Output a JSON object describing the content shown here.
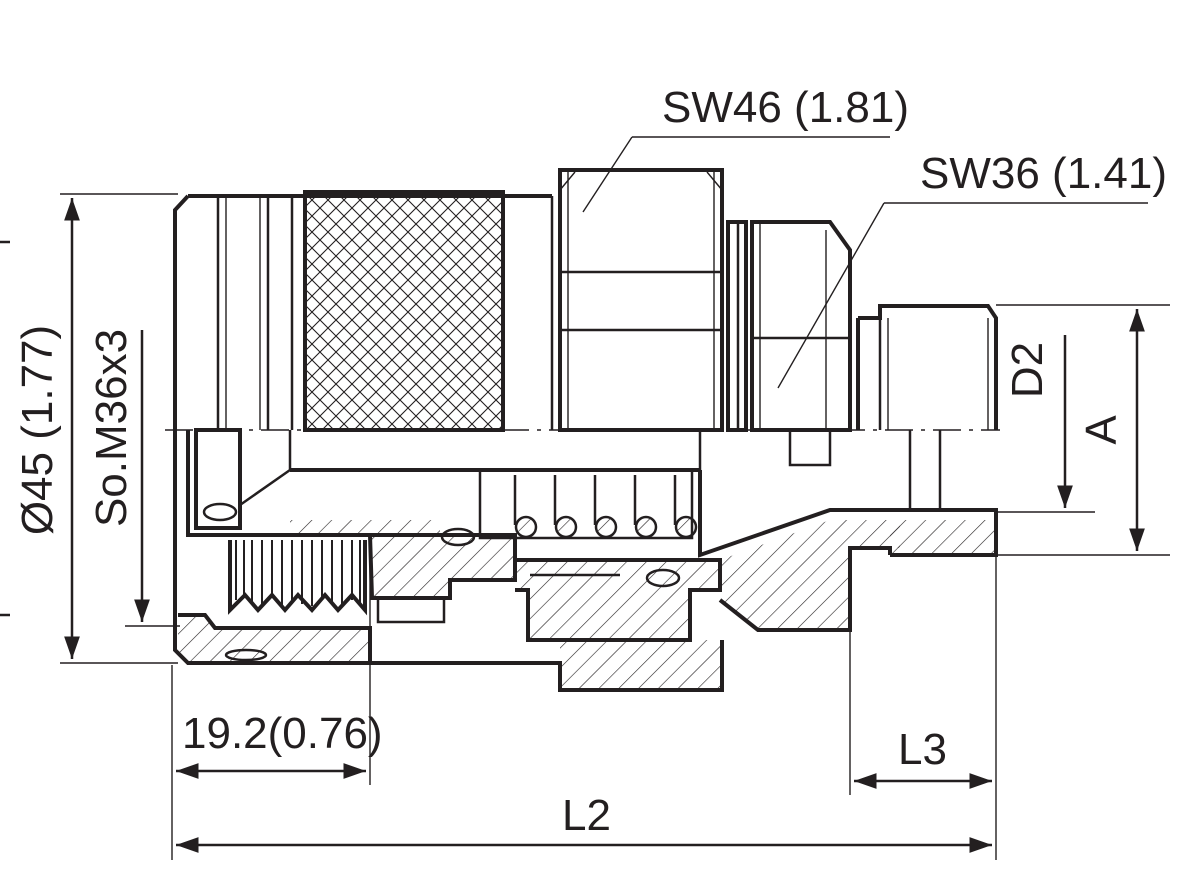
{
  "dimensions": {
    "sw46": "SW46 (1.81)",
    "sw36": "SW36 (1.41)",
    "diameter": "Ø45 (1.77)",
    "thread": "So.M36x3",
    "d2": "D2",
    "a": "A",
    "thread_length": "19.2(0.76)",
    "l3": "L3",
    "l2": "L2"
  },
  "colors": {
    "line": "#231f20",
    "background": "#ffffff"
  }
}
